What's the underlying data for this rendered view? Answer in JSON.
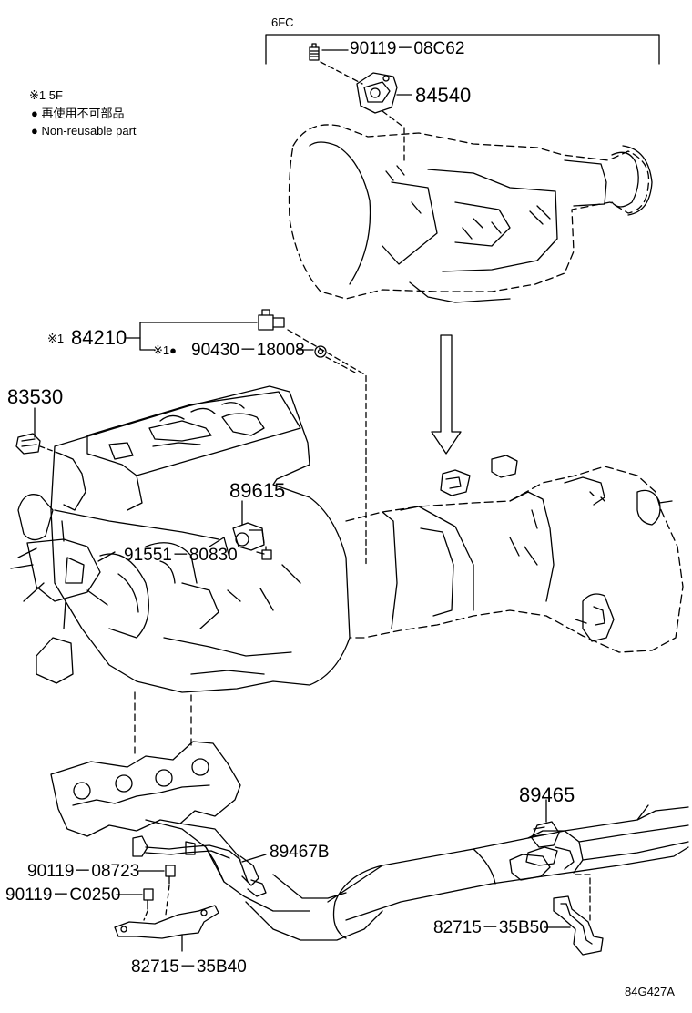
{
  "legend": {
    "mark": "※1 5F",
    "nonreusable_ja": "再使用不可部品",
    "nonreusable_en": "Non-reusable part"
  },
  "group_label": "6FC",
  "parts": {
    "p90119_08c62": "90119－08C62",
    "p84540": "84540",
    "p84210": "84210",
    "p84210_mark": "※1",
    "p90430_18008": "90430－18008",
    "p90430_mark": "※1●",
    "p83530": "83530",
    "p89615": "89615",
    "p91551_80830": "91551－80830",
    "p89465": "89465",
    "p89467b": "89467B",
    "p90119_08723": "90119－08723",
    "p90119_c0250": "90119－C0250",
    "p82715_35b50": "82715－35B50",
    "p82715_35b40": "82715－35B40"
  },
  "diagram_code": "84G427A"
}
